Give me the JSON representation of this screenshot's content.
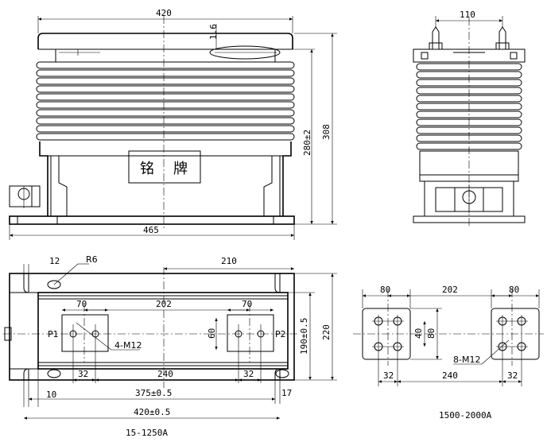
{
  "front_view": {
    "width": "420",
    "thickness": "1.6",
    "height_inner": "280±2",
    "height_total": "308",
    "base_width": "465",
    "nameplate_char1": "铭",
    "nameplate_char2": "牌"
  },
  "side_view": {
    "width": "110"
  },
  "top_view": {
    "d12": "12",
    "r6": "R6",
    "d210": "210",
    "d70_left": "70",
    "d202": "202",
    "d70_right": "70",
    "d60": "60",
    "p1": "P1",
    "p2": "P2",
    "bolt": "4-M12",
    "d32_left": "32",
    "d240": "240",
    "d32_right": "32",
    "d10": "10",
    "d375": "375±0.5",
    "d17": "17",
    "d420": "420±0.5",
    "d190": "190±0.5",
    "d220": "220",
    "caption": "15-1250A"
  },
  "terminal_view": {
    "d80_left": "80",
    "d202": "202",
    "d80_right": "80",
    "d40": "40",
    "d80_v": "80",
    "bolt": "8-M12",
    "d32_left": "32",
    "d240": "240",
    "d32_right": "32",
    "caption": "1500-2000A"
  }
}
